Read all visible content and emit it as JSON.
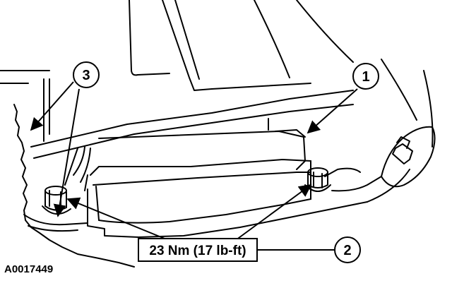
{
  "figure": {
    "id": "A0017449"
  },
  "callouts": [
    {
      "number": "1"
    },
    {
      "number": "2"
    },
    {
      "number": "3"
    }
  ],
  "torque_spec": "23 Nm (17 lb-ft)",
  "colors": {
    "line": "#000000",
    "background": "#ffffff"
  }
}
